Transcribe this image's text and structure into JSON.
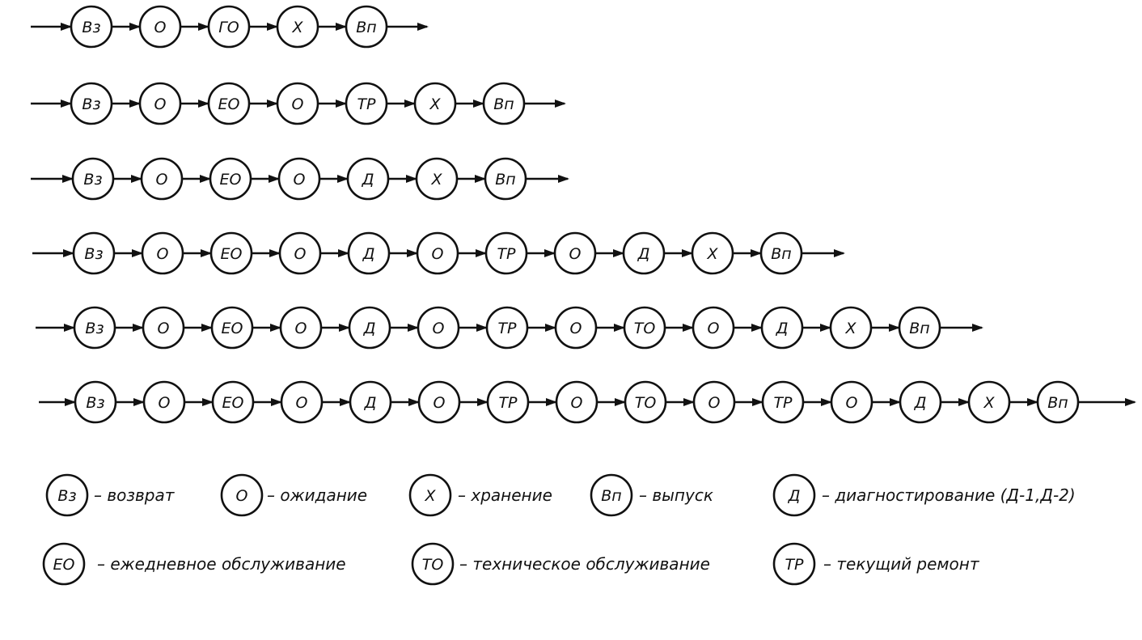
{
  "sequences": [
    [
      "Вз",
      "О",
      "ГО",
      "Х",
      "Вп"
    ],
    [
      "Вз",
      "О",
      "ЕО",
      "О",
      "ТР",
      "Х",
      "Вп"
    ],
    [
      "Вз",
      "О",
      "ЕО",
      "О",
      "Д",
      "Х",
      "Вп"
    ],
    [
      "Вз",
      "О",
      "ЕО",
      "О",
      "Д",
      "О",
      "ТР",
      "О",
      "Д",
      "Х",
      "Вп"
    ],
    [
      "Вз",
      "О",
      "ЕО",
      "О",
      "Д",
      "О",
      "ТР",
      "О",
      "ТО",
      "О",
      "Д",
      "Х",
      "Вп"
    ],
    [
      "Вз",
      "О",
      "ЕО",
      "О",
      "Д",
      "О",
      "ТР",
      "О",
      "ТО",
      "О",
      "ТР",
      "О",
      "Д",
      "Х",
      "Вп"
    ]
  ],
  "legend": [
    {
      "symbol": "Вз",
      "text": "– возврат"
    },
    {
      "symbol": "О",
      "text": "– ожидание"
    },
    {
      "symbol": "Х",
      "text": "– хранение"
    },
    {
      "symbol": "Вп",
      "text": "– выпуск"
    },
    {
      "symbol": "Д",
      "text": "– диагностирование (Д-1,Д-2)"
    },
    {
      "symbol": "ЕО",
      "text": "– ежедневное обслуживание"
    },
    {
      "symbol": "ТО",
      "text": "– техническое обслуживание"
    },
    {
      "symbol": "ТР",
      "text": "– текущий ремонт"
    }
  ],
  "colors": {
    "ink": "#111111",
    "background": "#ffffff"
  }
}
